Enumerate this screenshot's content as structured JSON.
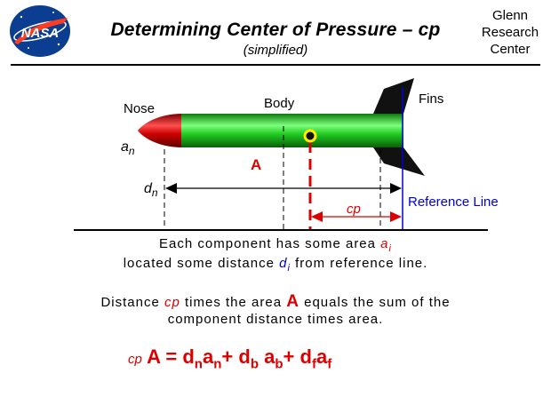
{
  "header": {
    "title": "Determining Center of Pressure – cp",
    "subtitle": "(simplified)",
    "center_name": [
      "Glenn",
      "Research",
      "Center"
    ],
    "logo_text": "NASA"
  },
  "diagram": {
    "labels": {
      "nose": "Nose",
      "body": "Body",
      "fins": "Fins",
      "area_nose_a": "a",
      "area_nose_sub": "n",
      "total_area": "A",
      "dist_nose_d": "d",
      "dist_nose_sub": "n",
      "cp": "cp",
      "reference_line": "Reference Line"
    },
    "colors": {
      "rocket_body": "#22cc22",
      "nose_cone": "#cc0000",
      "fins": "#111111",
      "cp_marker": "#ffee00",
      "emphasis_red": "#dd0000",
      "reference_blue": "#0000dd"
    }
  },
  "captions": {
    "line1_pre": "Each component has some area ",
    "line1_a": "a",
    "line1_sub": "i",
    "line2_pre": "located some distance ",
    "line2_d": "d",
    "line2_sub": "i",
    "line2_post": " from reference line.",
    "line3_pre": "Distance ",
    "line3_cp": "cp",
    "line3_mid": " times the area ",
    "line3_A": "A",
    "line3_post": " equals the sum of the",
    "line4": "component distance times area."
  },
  "equation": {
    "cp": "cp",
    "A": "A",
    "eq": "=",
    "dn": "d",
    "dn_sub": "n",
    "an": "a",
    "an_sub": "n",
    "plus1": "+",
    "db": "d",
    "db_sub": "b",
    "ab": "a",
    "ab_sub": "b",
    "plus2": "+",
    "df": "d",
    "df_sub": "f",
    "af": "a",
    "af_sub": "f"
  }
}
